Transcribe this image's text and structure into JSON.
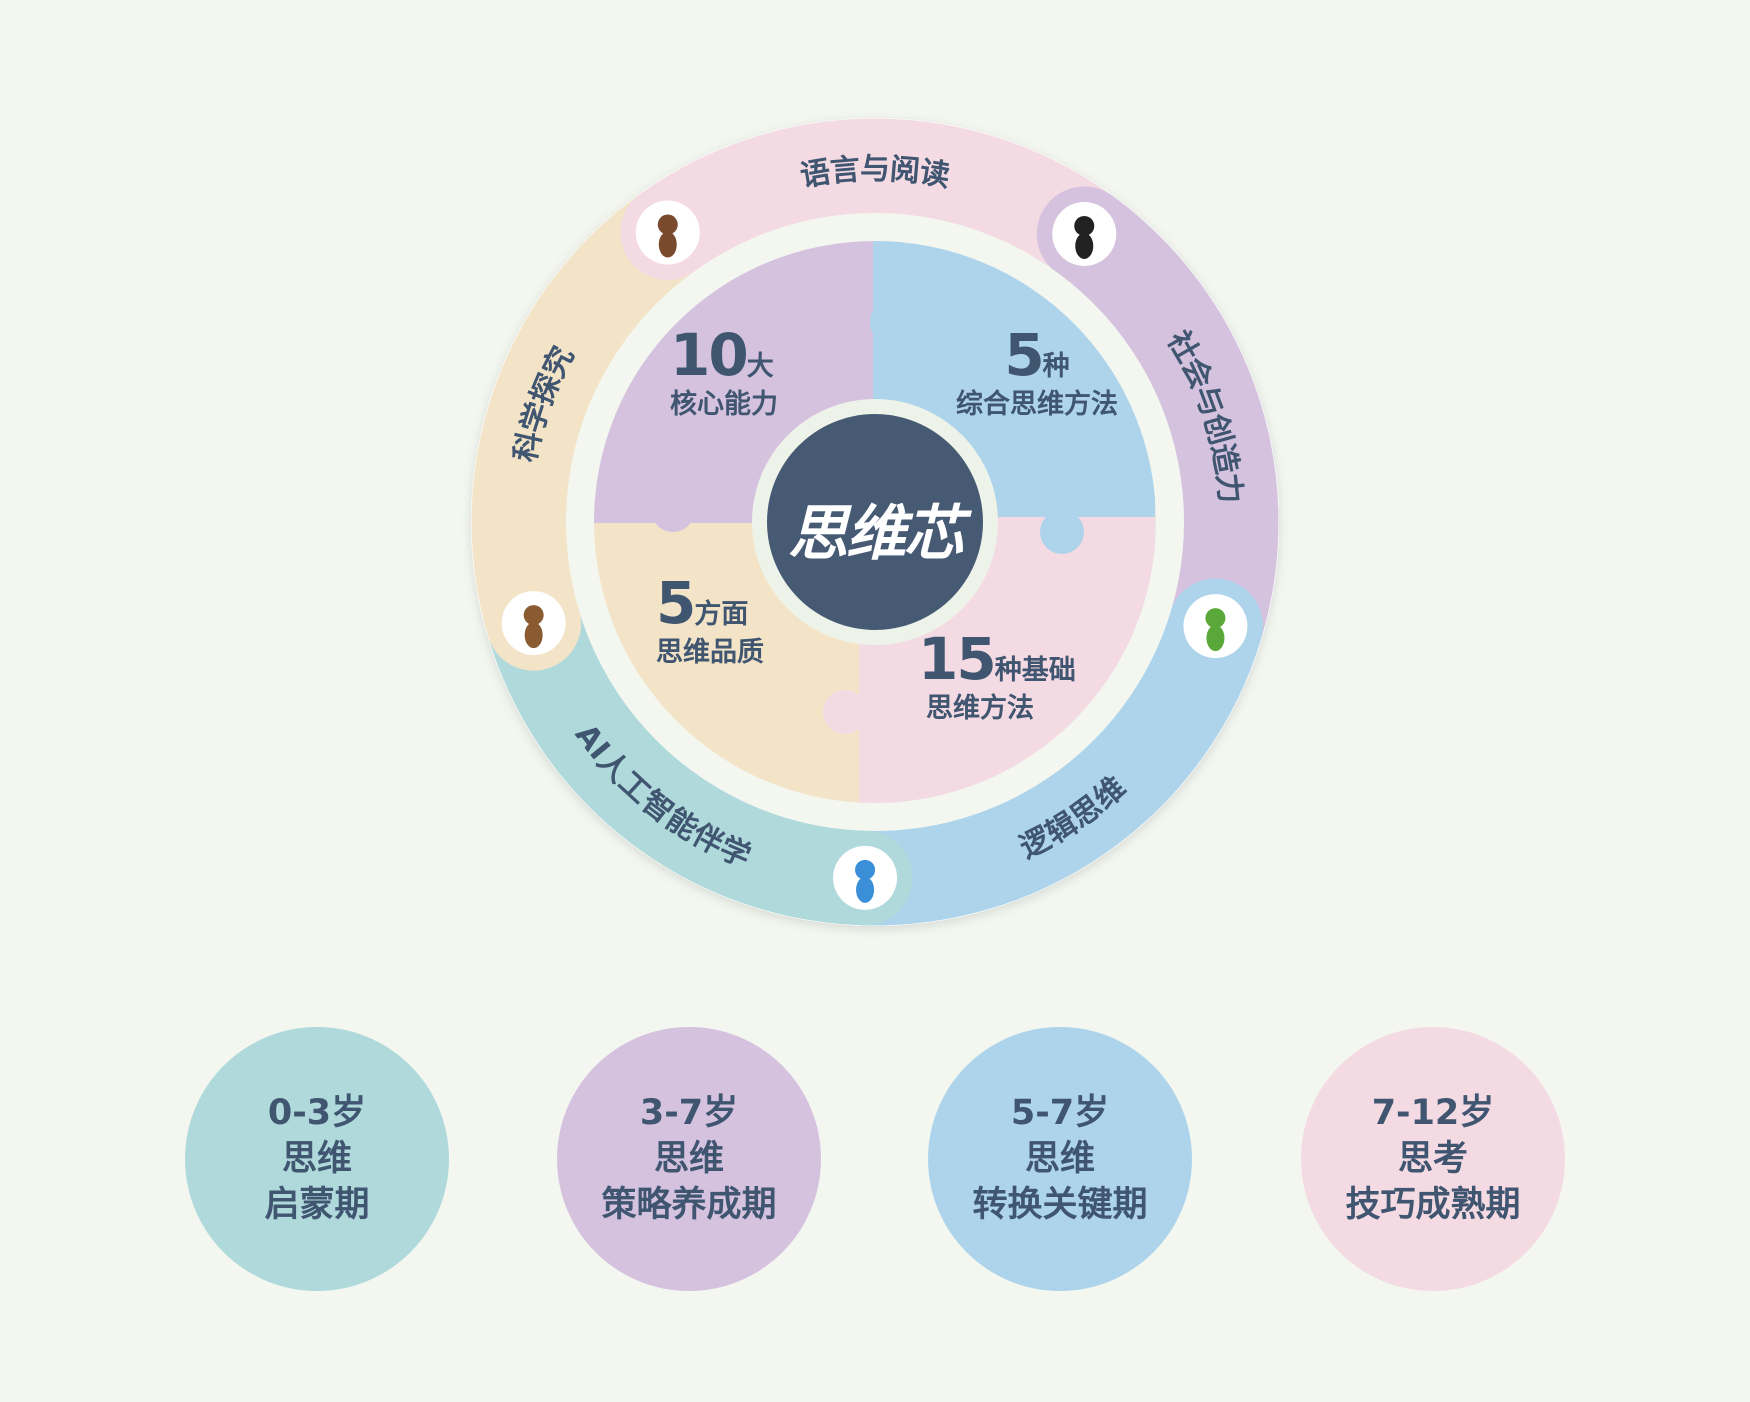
{
  "center": {
    "logo": "思维芯"
  },
  "colors": {
    "background": "#f3f7f0",
    "text": "#3f5570",
    "center": "#475a74",
    "purple": "#d5c2df",
    "blue": "#aed4ec",
    "pink": "#f4dbe3",
    "beige": "#f3e4c8",
    "teal": "#b0d9dc"
  },
  "ring": [
    {
      "label": "语言与阅读",
      "color": "#f4dbe3",
      "avatar": "teacher-avatar"
    },
    {
      "label": "社会与创造力",
      "color": "#d5c2df",
      "avatar": "panda-avatar"
    },
    {
      "label": "逻辑思维",
      "color": "#aed4ec",
      "avatar": "dog-avatar"
    },
    {
      "label": "AI人工智能伴学",
      "color": "#b0d9dc",
      "avatar": "robot-avatar"
    },
    {
      "label": "科学探究",
      "color": "#f3e4c8",
      "avatar": "ant-avatar"
    }
  ],
  "quadrants": [
    {
      "number": "10",
      "unit": "大",
      "text": "核心能力"
    },
    {
      "number": "5",
      "unit": "种",
      "text": "综合思维方法"
    },
    {
      "number": "5",
      "unit": "方面",
      "text": "思维品质"
    },
    {
      "number": "15",
      "unit": "种基础",
      "text": "思维方法"
    }
  ],
  "stages": [
    {
      "age": "0-3岁",
      "line2": "思维",
      "line3": "启蒙期",
      "color": "#b0d9dc"
    },
    {
      "age": "3-7岁",
      "line2": "思维",
      "line3": "策略养成期",
      "color": "#d5c2df"
    },
    {
      "age": "5-7岁",
      "line2": "思维",
      "line3": "转换关键期",
      "color": "#aed4ec"
    },
    {
      "age": "7-12岁",
      "line2": "思考",
      "line3": "技巧成熟期",
      "color": "#f4dbe3"
    }
  ]
}
